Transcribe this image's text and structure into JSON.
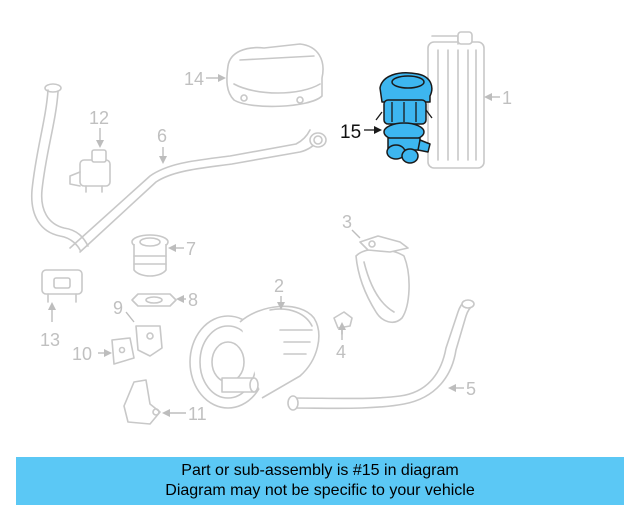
{
  "callouts": {
    "c1": "1",
    "c2": "2",
    "c3": "3",
    "c4": "4",
    "c5": "5",
    "c6": "6",
    "c7": "7",
    "c8": "8",
    "c9": "9",
    "c10": "10",
    "c11": "11",
    "c12": "12",
    "c13": "13",
    "c14": "14",
    "c15": "15"
  },
  "highlight_color": "#3db6f0",
  "banner": {
    "line1": "Part or sub-assembly is #15 in diagram",
    "line2": "Diagram may not be specific to your vehicle",
    "color": "#5bc8f5"
  }
}
